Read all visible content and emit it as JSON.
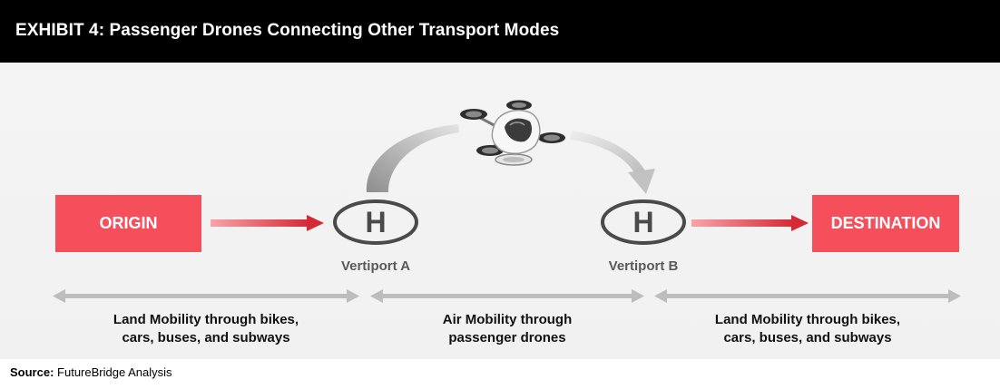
{
  "header": {
    "title": "EXHIBIT 4: Passenger Drones Connecting Other Transport Modes"
  },
  "nodes": {
    "origin": "ORIGIN",
    "destination": "DESTINATION"
  },
  "vertiports": {
    "a": {
      "label": "Vertiport A",
      "symbol": "H"
    },
    "b": {
      "label": "Vertiport B",
      "symbol": "H"
    }
  },
  "segments": [
    {
      "line1": "Land Mobility through bikes,",
      "line2": "cars, buses, and subways"
    },
    {
      "line1": "Air Mobility through",
      "line2": "passenger drones"
    },
    {
      "line1": "Land Mobility through bikes,",
      "line2": "cars, buses, and subways"
    }
  ],
  "footer": {
    "source_label": "Source:",
    "source_text": "FutureBridge Analysis"
  },
  "icons": {
    "drone": "passenger-drone-icon",
    "helipad": "helipad-icon"
  },
  "colors": {
    "accent": "#f64f5c",
    "arrow_red": "#e2343f",
    "header_bg": "#000000",
    "gray_arrow": "#bdbdbd",
    "helipad": "#4a4a4a"
  }
}
